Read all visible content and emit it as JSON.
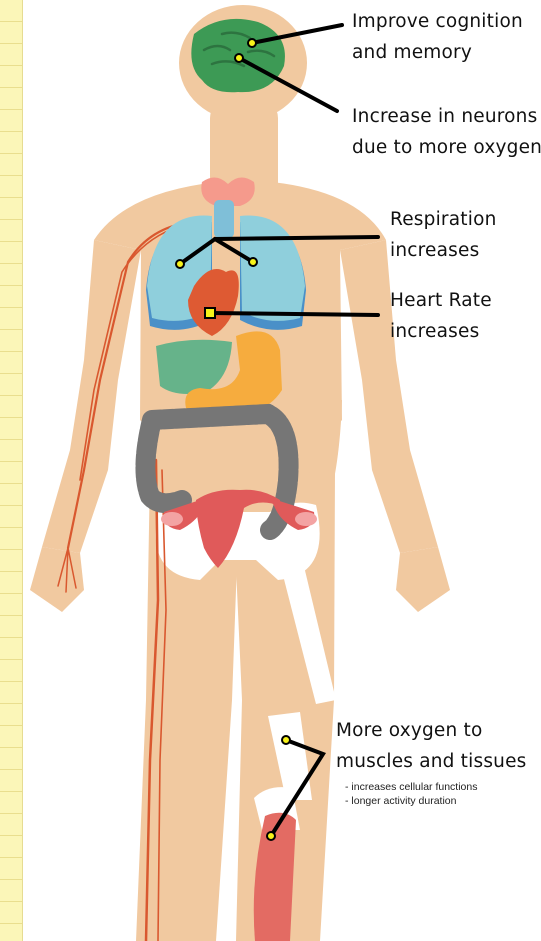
{
  "annotations": {
    "cognition": [
      "Improve cognition",
      "and memory"
    ],
    "neurons": [
      "Increase in neurons",
      "due to more oxygen"
    ],
    "respiration": [
      "Respiration",
      "increases"
    ],
    "heart_rate": [
      "Heart Rate",
      "increases"
    ],
    "muscles": [
      "More oxygen to",
      "muscles and tissues"
    ],
    "muscles_details": [
      "- increases cellular functions",
      "- longer activity duration"
    ]
  },
  "colors": {
    "skin": "#f1c9a0",
    "bone": "#ffffff",
    "brain": "#3d9a55",
    "lungs": "#8fcfdc",
    "heart": "#de5a33",
    "liver": "#66b38a",
    "stomach": "#f6ac3e",
    "intestine": "#767676",
    "uterus": "#e05a5a",
    "vessel": "#d9582f",
    "muscle": "#e36b63",
    "marker": "#f7f21a",
    "pointer_line": "#000000",
    "notebook": "#fbf6b8"
  }
}
